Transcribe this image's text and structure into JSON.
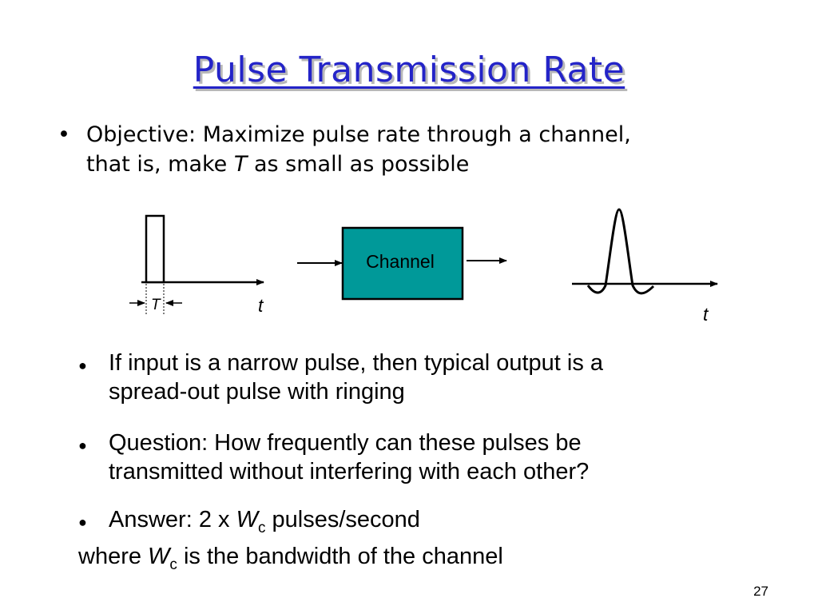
{
  "slide": {
    "title": "Pulse Transmission Rate",
    "objective": {
      "bullet": "•",
      "prefix": "Objective:  Maximize pulse rate through a channel,",
      "line2_pre": "that is, make ",
      "var": "T",
      "line2_post": " as small as possible"
    },
    "diagram": {
      "input_width_label": "T",
      "input_axis_label": "t",
      "channel_label": "Channel",
      "output_axis_label": "t",
      "channel_color": "#009999"
    },
    "bullets": {
      "b1": {
        "marker": "●",
        "line1": "If input is a narrow pulse, then typical output is a",
        "line2": "spread-out pulse with ringing"
      },
      "b2": {
        "marker": "●",
        "line1": "Question:  How frequently can these pulses be",
        "line2": "transmitted without interfering with each other?"
      },
      "b3": {
        "marker": "●",
        "pre": "Answer:   2 x ",
        "var": "W",
        "sub": "c",
        "post": " pulses/second"
      }
    },
    "where": {
      "pre": "where ",
      "var": "W",
      "sub": "c",
      "post": " is the bandwidth of the channel"
    },
    "page_number": "27"
  }
}
